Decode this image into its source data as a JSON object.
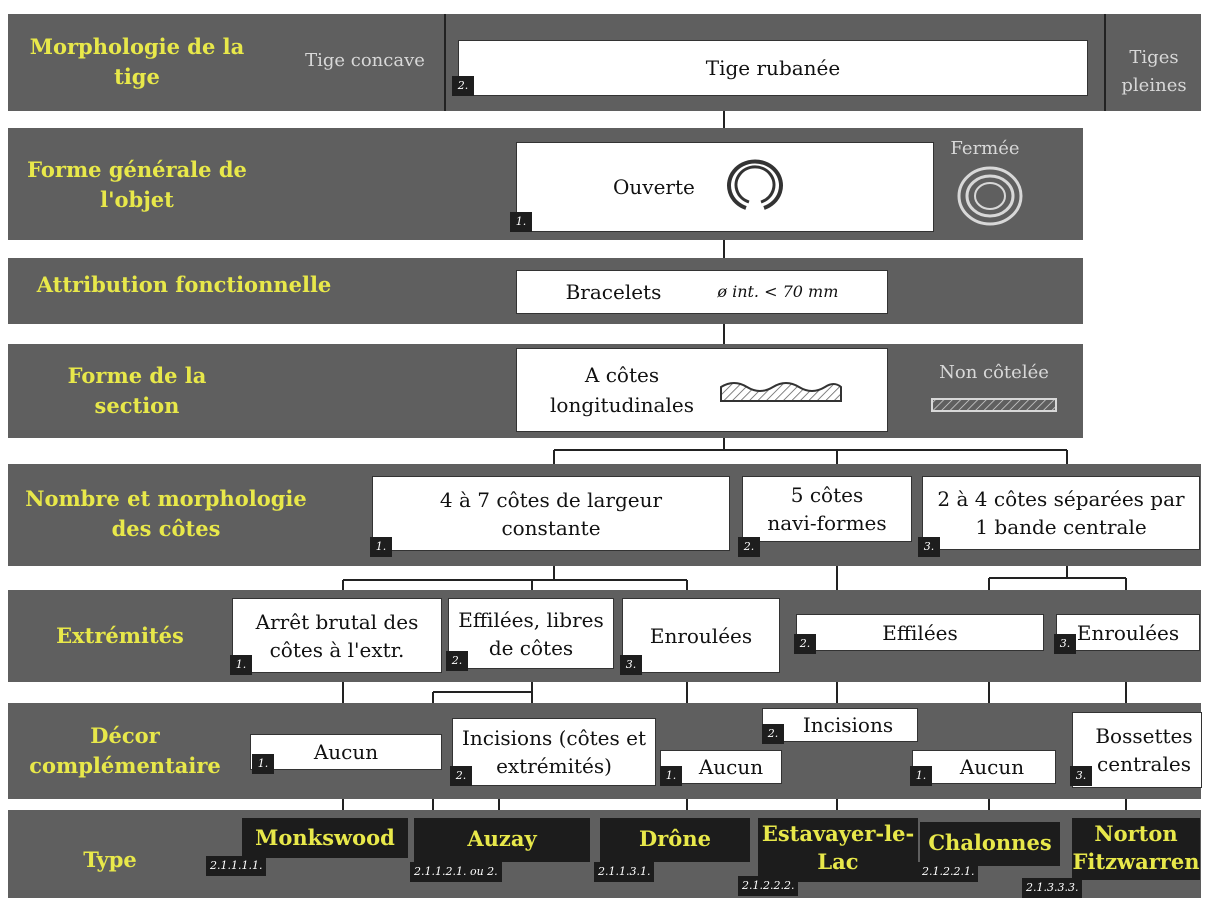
{
  "rows": {
    "morphologie": "Morphologie de la tige",
    "forme": "Forme générale de l'objet",
    "attribution": "Attribution fonctionnelle",
    "section": "Forme de la section",
    "nombre": "Nombre et morphologie des côtes",
    "extremites": "Extrémités",
    "decor": "Décor complémentaire",
    "type": "Type"
  },
  "morphologie": {
    "concave": "Tige concave",
    "rubanee": "Tige rubanée",
    "rubanee_num": "2.",
    "pleines": "Tiges pleines"
  },
  "forme": {
    "ouverte": "Ouverte",
    "ouverte_num": "1.",
    "fermee": "Fermée"
  },
  "attribution": {
    "bracelets": "Bracelets",
    "diam": "ø int. < 70 mm"
  },
  "section": {
    "cotes": "A côtes longitudinales",
    "non": "Non côtelée"
  },
  "nombre": [
    {
      "label": "4 à 7 côtes de largeur constante",
      "num": "1."
    },
    {
      "label": "5 côtes navi-formes",
      "num": "2."
    },
    {
      "label": "2 à 4 côtes séparées par 1 bande centrale",
      "num": "3."
    }
  ],
  "extremites": [
    {
      "label": "Arrêt brutal des côtes à l'extr.",
      "num": "1."
    },
    {
      "label": "Effilées, libres de côtes",
      "num": "2."
    },
    {
      "label": "Enroulées",
      "num": "3."
    },
    {
      "label": "Effilées",
      "num": "2."
    },
    {
      "label": "Enroulées",
      "num": "3."
    }
  ],
  "decor": [
    {
      "label": "Aucun",
      "num": "1."
    },
    {
      "label": "Incisions (côtes et extrémités)",
      "num": "2."
    },
    {
      "label": "Aucun",
      "num": "1."
    },
    {
      "label": "Incisions",
      "num": "2."
    },
    {
      "label": "Aucun",
      "num": "1."
    },
    {
      "label": "Bossettes centrales",
      "num": "3."
    }
  ],
  "types": [
    {
      "name": "Monkswood",
      "code": "2.1.1.1.1."
    },
    {
      "name": "Auzay",
      "code": "2.1.1.2.1. ou 2."
    },
    {
      "name": "Drône",
      "code": "2.1.1.3.1."
    },
    {
      "name": "Estavayer-le-Lac",
      "code": "2.1.2.2.2."
    },
    {
      "name": "Chalonnes",
      "code": "2.1.2.2.1."
    },
    {
      "name": "Norton Fitzwarren",
      "code": "2.1.3.3.3."
    }
  ]
}
